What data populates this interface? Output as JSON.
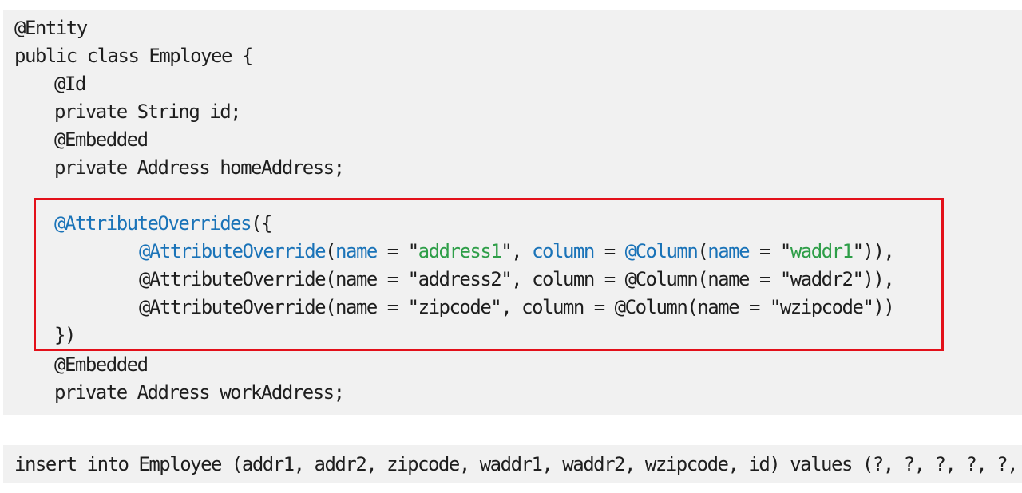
{
  "code": {
    "line1": "@Entity",
    "line2": "public class Employee {",
    "line3": "@Id",
    "line4": "private String id;",
    "line5": "@Embedded",
    "line6": "private Address homeAddress;",
    "line7_annotation": "@AttributeOverrides",
    "line7_rest": "({",
    "line8": {
      "annotation": "@AttributeOverride",
      "open": "(",
      "name_kw": "name",
      "eq1": " = \"",
      "value1": "address1",
      "sep": "\", ",
      "column_kw": "column",
      "eq2": " = ",
      "col_annotation": "@Column",
      "open2": "(",
      "name_kw2": "name",
      "eq3": " = \"",
      "value2": "waddr1",
      "close": "\")),"
    },
    "line9": "@AttributeOverride(name = \"address2\", column = @Column(name = \"waddr2\")),",
    "line10": "@AttributeOverride(name = \"zipcode\", column = @Column(name = \"wzipcode\"))",
    "line11": "})",
    "line12": "@Embedded",
    "line13": "private Address workAddress;"
  },
  "sql": {
    "text": "insert into Employee (addr1, addr2, zipcode, waddr1, waddr2, wzipcode, id) values (?, ?, ?, ?, ?,"
  },
  "colors": {
    "highlight_border": "#e3101a",
    "keyword_blue": "#1a73b8",
    "string_green": "#2e9e48",
    "panel_bg": "#f1f1f1"
  }
}
